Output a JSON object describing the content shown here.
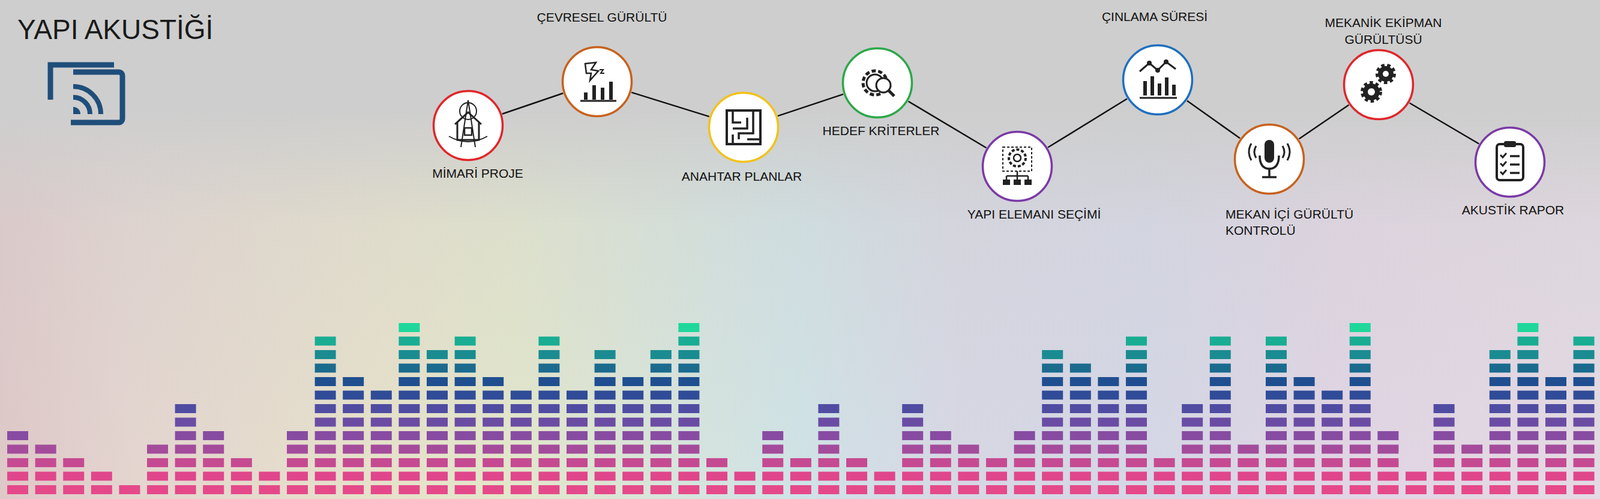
{
  "diagram": {
    "title": "YAPI AKUSTİĞİ",
    "nodes": [
      {
        "text": [
          "MİMARİ PROJE"
        ]
      },
      {
        "text": [
          "ÇEVRESEL GÜRÜLTÜ"
        ]
      },
      {
        "text": [
          "ANAHTAR PLANLAR"
        ]
      },
      {
        "text": [
          "HEDEF KRİTERLER"
        ]
      },
      {
        "text": [
          "YAPI ELEMANI SEÇİMİ"
        ]
      },
      {
        "text": [
          "ÇINLAMA SÜRESİ"
        ]
      },
      {
        "text": [
          "MEKAN İÇİ GÜRÜLTÜ KONTROLÜ"
        ]
      },
      {
        "text": [
          "MEKANİK EKİPMAN GÜRÜLTÜSÜ"
        ]
      },
      {
        "text": [
          "AKUSTİK RAPOR"
        ]
      }
    ],
    "edges": [
      {
        "from": 0,
        "to": 1,
        "arrow": "none"
      },
      {
        "from": 1,
        "to": 2,
        "arrow": "none"
      },
      {
        "from": 2,
        "to": 3,
        "arrow": "none"
      },
      {
        "from": 3,
        "to": 4,
        "arrow": "none"
      },
      {
        "from": 4,
        "to": 5,
        "arrow": "none"
      },
      {
        "from": 5,
        "to": 6,
        "arrow": "none"
      },
      {
        "from": 6,
        "to": 7,
        "arrow": "none"
      },
      {
        "from": 7,
        "to": 8,
        "arrow": "none"
      }
    ]
  }
}
